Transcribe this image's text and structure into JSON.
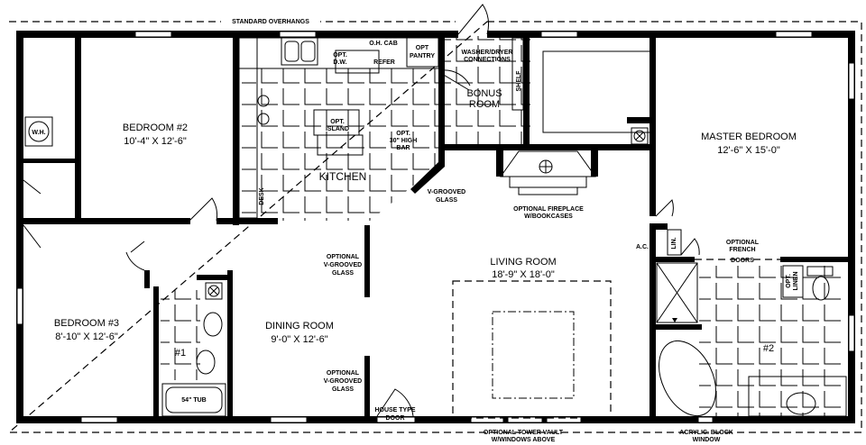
{
  "labels": {
    "overhangs": "STANDARD OVERHANGS",
    "oh_cab": "O.H. CAB",
    "opt_dw_1": "OPT.",
    "opt_dw_2": "D.W.",
    "refer": "REFER",
    "opt_pantry_1": "OPT",
    "opt_pantry_2": "PANTRY",
    "washer_1": "WASHER/DRYER",
    "washer_2": "CONNECTIONS",
    "shelf": "SHELF",
    "bonus_1": "BONUS",
    "bonus_2": "ROOM",
    "island_1": "OPT.",
    "island_2": "ISLAND",
    "bar_1": "OPT.",
    "bar_2": "30\" HIGH",
    "bar_3": "BAR",
    "kitchen": "KITCHEN",
    "desk": "DESK",
    "vglass_1": "V-GROOVED",
    "vglass_2": "GLASS",
    "fireplace_1": "OPTIONAL FIREPLACE",
    "fireplace_2": "W/BOOKCASES",
    "wh": "W.H.",
    "bedroom2": "BEDROOM #2",
    "bedroom2_dim": "10'-4\" X 12'-6\"",
    "master": "MASTER BEDROOM",
    "master_dim": "12'-6\" X 15'-0\"",
    "bedroom3": "BEDROOM #3",
    "bedroom3_dim": "8'-10\" X 12'-6\"",
    "dining": "DINING ROOM",
    "dining_dim": "9'-0\" X 12'-6\"",
    "living": "LIVING ROOM",
    "living_dim": "18'-9\" X 18'-0\"",
    "optvg_a1": "OPTIONAL",
    "optvg_a2": "V-GROOVED",
    "optvg_a3": "GLASS",
    "optvg_b1": "OPTIONAL",
    "optvg_b2": "V-GROOVED",
    "optvg_b3": "GLASS",
    "bath1": "#1",
    "tub": "54\" TUB",
    "house_door_1": "HOUSE TYPE",
    "house_door_2": "DOOR",
    "tower_1": "OPTIONAL TOWER VAULT",
    "tower_2": "W/WINDOWS ABOVE",
    "acrylic_1": "ACRYLIC. BLOCK",
    "acrylic_2": "WINDOW",
    "ac": "A.C.",
    "lin": "LIN.",
    "french_1": "OPTIONAL",
    "french_2": "FRENCH",
    "french_3": "DOORS",
    "linen_1": "OPT.",
    "linen_2": "LINEN",
    "bath2": "#2"
  }
}
